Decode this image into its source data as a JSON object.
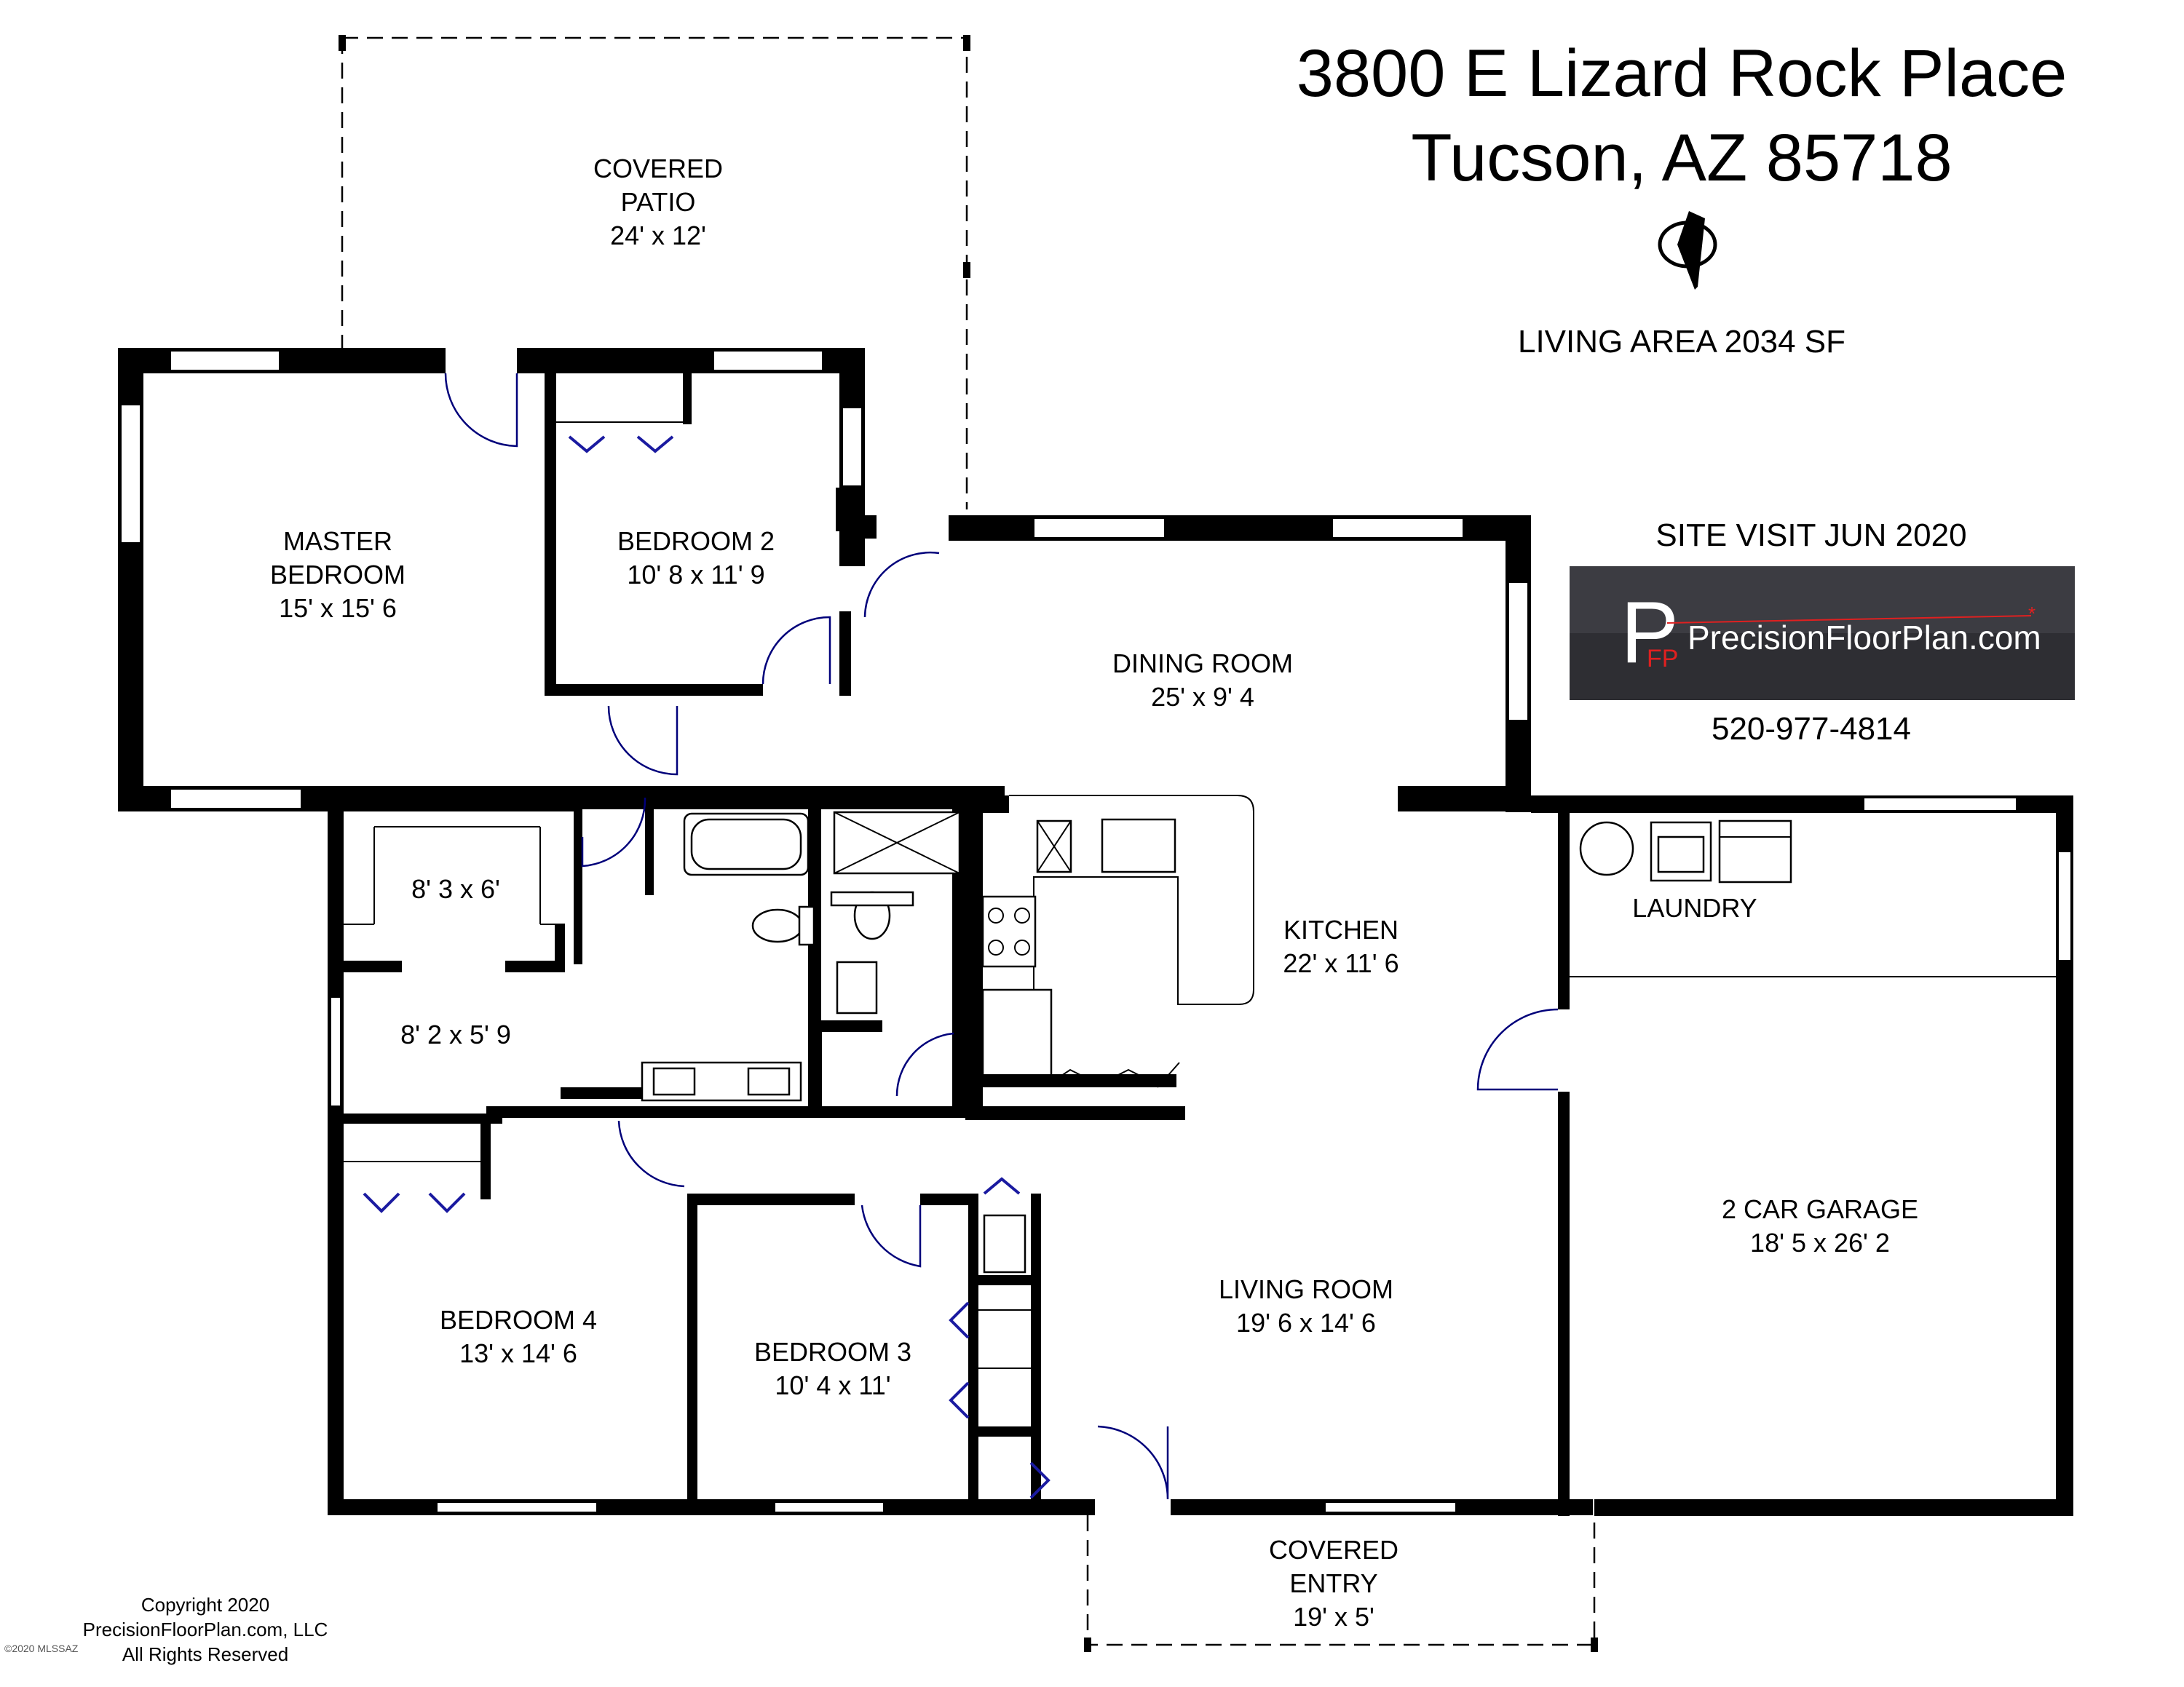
{
  "header": {
    "address_line1": "3800 E Lizard Rock Place",
    "address_line2": "Tucson, AZ 85718",
    "living_area": "LIVING AREA  2034 SF",
    "site_visit": "SITE VISIT JUN 2020",
    "phone": "520-977-4814"
  },
  "logo": {
    "letter": "P",
    "letters_small": "FP",
    "text": "PrecisionFloorPlan.com"
  },
  "rooms": {
    "patio": {
      "line1": "COVERED",
      "line2": "PATIO",
      "dims": "24' x 12'"
    },
    "master": {
      "line1": "MASTER",
      "line2": "BEDROOM",
      "dims": "15' x 15' 6"
    },
    "bedroom2": {
      "name": "BEDROOM 2",
      "dims": "10' 8 x 11' 9"
    },
    "dining": {
      "name": "DINING ROOM",
      "dims": "25' x 9' 4"
    },
    "closet": {
      "dims": "8' 3 x 6'"
    },
    "bath": {
      "dims": "8' 2 x 5' 9"
    },
    "kitchen": {
      "name": "KITCHEN",
      "dims": "22' x 11' 6"
    },
    "laundry": {
      "name": "LAUNDRY"
    },
    "garage": {
      "name": "2 CAR GARAGE",
      "dims": "18' 5 x 26' 2"
    },
    "living": {
      "name": "LIVING ROOM",
      "dims": "19' 6 x 14' 6"
    },
    "bedroom4": {
      "name": "BEDROOM 4",
      "dims": "13' x 14' 6"
    },
    "bedroom3": {
      "name": "BEDROOM 3",
      "dims": "10' 4 x 11'"
    },
    "entry": {
      "line1": "COVERED",
      "line2": "ENTRY",
      "dims": "19' x 5'"
    }
  },
  "copyright": {
    "line1": "Copyright 2020",
    "line2": "PrecisionFloorPlan.com, LLC",
    "line3": "All Rights Reserved"
  },
  "watermark": "©2020 MLSSAZ"
}
